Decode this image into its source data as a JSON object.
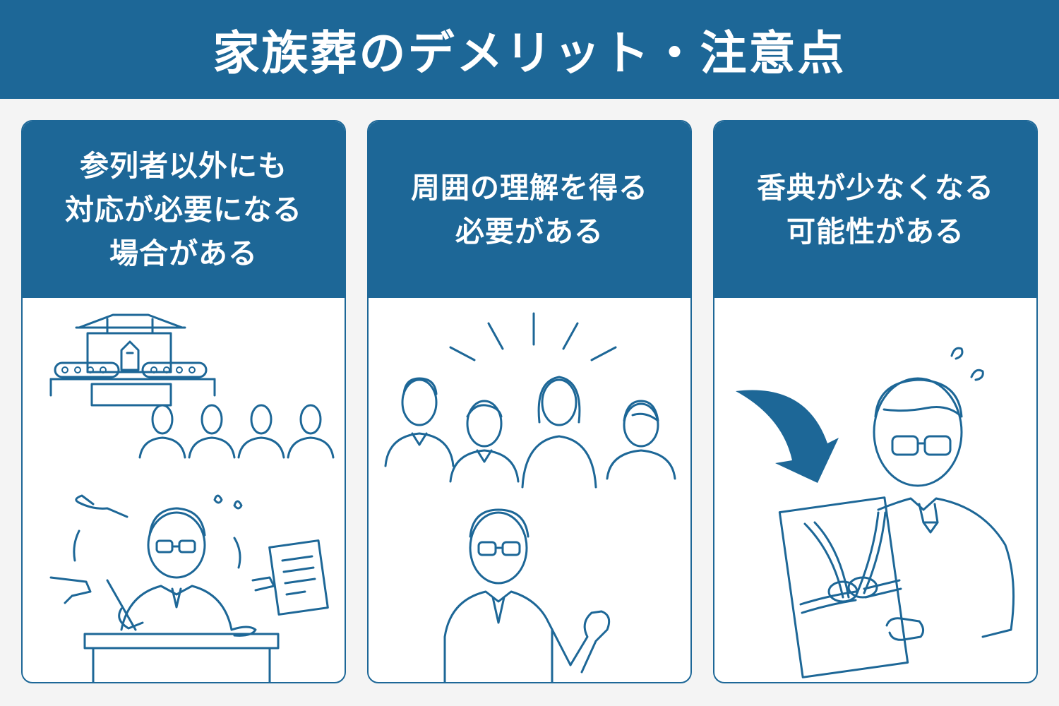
{
  "header": {
    "title": "家族葬のデメリット・注意点"
  },
  "colors": {
    "primary": "#1d6797",
    "background": "#f4f4f4",
    "card": "#ffffff"
  },
  "cards": [
    {
      "title_lines": [
        "参列者以外にも",
        "対応が必要になる",
        "場合がある"
      ],
      "illustration": "busy-man-funeral-icon"
    },
    {
      "title_lines": [
        "周囲の理解を得る",
        "必要がある"
      ],
      "illustration": "people-explaining-icon"
    },
    {
      "title_lines": [
        "香典が少なくなる",
        "可能性がある"
      ],
      "illustration": "man-with-koden-envelope-icon"
    }
  ]
}
